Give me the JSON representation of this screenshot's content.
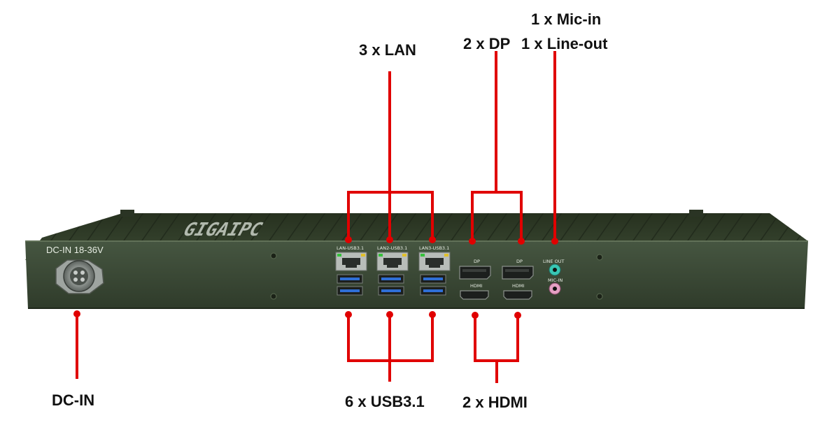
{
  "colors": {
    "leader": "#e00000",
    "chassis_top": "#2e3a27",
    "chassis_front": "#3b4a33",
    "chassis_edge": "#55654b",
    "port_blue": "#2f6fd6",
    "line_out_jack": "#38c7b4",
    "mic_in_jack": "#e6a0c4",
    "label_text": "#111111"
  },
  "callouts": {
    "mic_in": "1 x Mic-in",
    "line_out": "1 x Line-out",
    "lan": "3 x LAN",
    "dp": "2 x DP",
    "dc_in": "DC-IN",
    "usb": "6 x USB3.1",
    "hdmi": "2 x HDMI"
  },
  "panel_labels": {
    "dc_in": "DC-IN  18-36V",
    "lan1": "LAN-USB3.1",
    "lan2": "LAN2-USB3.1",
    "lan3": "LAN3-USB3.1",
    "dp1": "DP",
    "dp2": "DP",
    "hdmi1": "HDMI",
    "hdmi2": "HDMI",
    "line_out": "LINE  OUT",
    "mic_in": "MIC-IN"
  },
  "logo": {
    "text": "GIGAIPC",
    "icon": "brand-logo"
  },
  "icons": {
    "dc_connector": "dc-power-connector-icon",
    "screw": "screw-icon",
    "rj45": "rj45-port-icon",
    "usb": "usb-port-icon",
    "displayport": "displayport-icon",
    "hdmi": "hdmi-port-icon",
    "audio_jack": "audio-jack-icon"
  }
}
